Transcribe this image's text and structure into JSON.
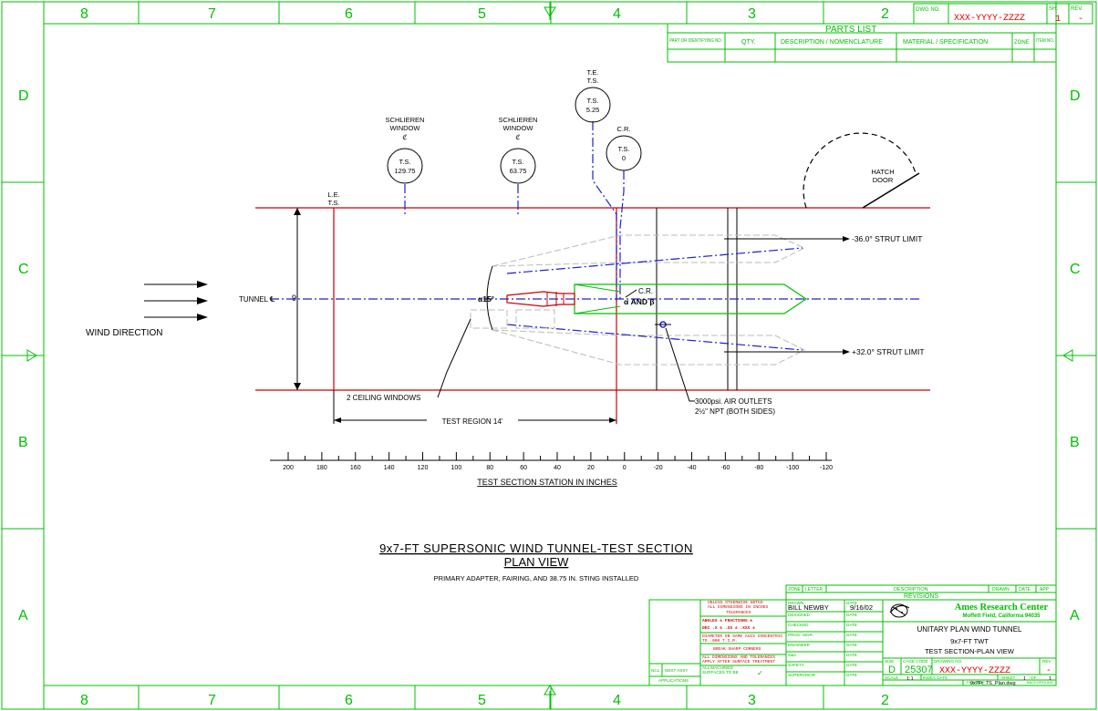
{
  "border": {
    "columns": [
      "8",
      "7",
      "6",
      "5",
      "4",
      "3",
      "2"
    ],
    "rows": [
      "D",
      "C",
      "B",
      "A"
    ]
  },
  "titleblock_top": {
    "dwg_no_label": "DWG NO.",
    "dwg_no": "XXX-YYYY-ZZZZ",
    "sh_label": "SH.",
    "sh": "1",
    "rev_label": "REV.",
    "rev": "-"
  },
  "parts_list": {
    "title": "PARTS LIST",
    "col_part": "PART OR IDENTIFYING NO.",
    "col_qty": "QTY.",
    "col_desc": "DESCRIPTION / NOMENCLATURE",
    "col_material": "MATERIAL / SPECIFICATION",
    "col_zone": "ZONE",
    "col_item": "ITEM NO."
  },
  "callouts": {
    "te_label_1": "T.E.",
    "te_label_2": "T.S.",
    "te_ts": "T.S.",
    "te_val": "5.25",
    "cr_label": "C.R.",
    "cr_ts": "T.S.",
    "cr_val": "0",
    "sch1_line1": "SCHLIEREN",
    "sch1_line2": "WINDOW",
    "sch1_line3": "ℭ",
    "sch1_ts": "T.S.",
    "sch1_val": "129.75",
    "sch2_line1": "SCHLIEREN",
    "sch2_line2": "WINDOW",
    "sch2_line3": "ℭ",
    "sch2_ts": "T.S.",
    "sch2_val": "63.75",
    "le_1": "L.E.",
    "le_2": "T.S.",
    "hatch_1": "HATCH",
    "hatch_2": "DOOR"
  },
  "labels": {
    "strut_upper": "-36.0° STRUT LIMIT",
    "strut_lower": "+32.0° STRUT LIMIT",
    "tunnel": "TUNNEL ℄",
    "width": "9'",
    "alpha15": "α15°",
    "cr_alpha_1": "C.R.",
    "cr_alpha_2": "α AND β",
    "wind_direction": "WIND DIRECTION",
    "ceiling_windows": "2 CEILING WINDOWS",
    "air_outlets_1": "3000psi. AIR OUTLETS",
    "air_outlets_2": "2½\" NPT (BOTH SIDES)",
    "test_region": "TEST REGION 14'"
  },
  "scale": {
    "ticks": [
      "200",
      "180",
      "160",
      "140",
      "120",
      "100",
      "80",
      "60",
      "40",
      "20",
      "0",
      "-20",
      "-40",
      "-60",
      "-80",
      "-100",
      "-120"
    ],
    "title": "TEST SECTION STATION IN INCHES"
  },
  "title": {
    "line1": "9x7-FT SUPERSONIC WIND TUNNEL-TEST SECTION",
    "line2": "PLAN VIEW",
    "line3": "PRIMARY ADAPTER, FAIRING, AND 38.75 IN. STING INSTALLED"
  },
  "revisions": {
    "zone": "ZONE",
    "letter": "LETTER",
    "description": "DESCRIPTION",
    "drawn": "DRAWN",
    "date": "DATE",
    "app": "APP",
    "title": "REVISIONS"
  },
  "tolerances": {
    "l1": "UNLESS OTHERWISE NOTED",
    "l2": "ALL DIMENSIONS IN INCHES",
    "l3": "TOLERANCES",
    "l4": "ANGLES ±      FRACTIONS ±",
    "l5": "DEC .X ±   .XX ±   .XXX ±",
    "l6": "DIAMETER ON SAME AXIS CONCENTRIC",
    "l7": "TO .000         T.I.R.",
    "l8": "BREAK SHARP CORNERS",
    "l9": "ALL DIMENSIONS AND TOLERANCES",
    "l10": "APPLY AFTER SURFACE TREATMENT",
    "l11": "ALL MACHINED",
    "l12": "SURFACES TO BE",
    "check": "✓",
    "next_assy": "NEXT ASSY",
    "ncl": "NCL",
    "applications": "APPLICATIONS"
  },
  "signoff": {
    "drawn_label": "DRAWN",
    "drawn_name": "BILL NEWBY",
    "date_label": "DATE",
    "drawn_date": "9/16/02",
    "designed": "DESIGNED",
    "checked": "CHECKED",
    "prog_mgr": "PROG. MGR.",
    "engineer": "ENGINEER",
    "s_and_a": "S&A",
    "safety": "SAFETY",
    "supervisor": "SUPERVISOR"
  },
  "ames": {
    "name": "Ames Research Center",
    "location": "Moffett Field, California 94035",
    "line1": "UNITARY PLAN WIND TUNNEL",
    "line2": "9x7-FT TWT",
    "line3": "TEST SECTION-PLAN VIEW",
    "size_label": "SIZE",
    "cage_label": "CAGE CODE",
    "dwg_label": "DRAWING NO.",
    "rev_label": "REV",
    "size": "D",
    "cage": "25307",
    "dwg_no": "XXX-YYYY-ZZZZ",
    "rev": "-",
    "scale_label": "SCALE",
    "scale": "1:1",
    "index_label": "INDEX DATE",
    "sheet_label": "SHEET",
    "sheet": "1",
    "of_label": "OF",
    "of": "1",
    "filename_label": "FILENAME",
    "filename": "9x7Ft_TS_Plan.dwg",
    "background": "BACKGROUND"
  },
  "colors": {
    "frame": "#00c000",
    "wall": "#cc0000",
    "centerline": "#2020d0",
    "ink": "#000000"
  },
  "icons": {
    "column_marker": "triangle-marker-icon",
    "row_marker": "arrow-marker-icon",
    "ames_logo": "nasa-ames-logo-icon"
  }
}
